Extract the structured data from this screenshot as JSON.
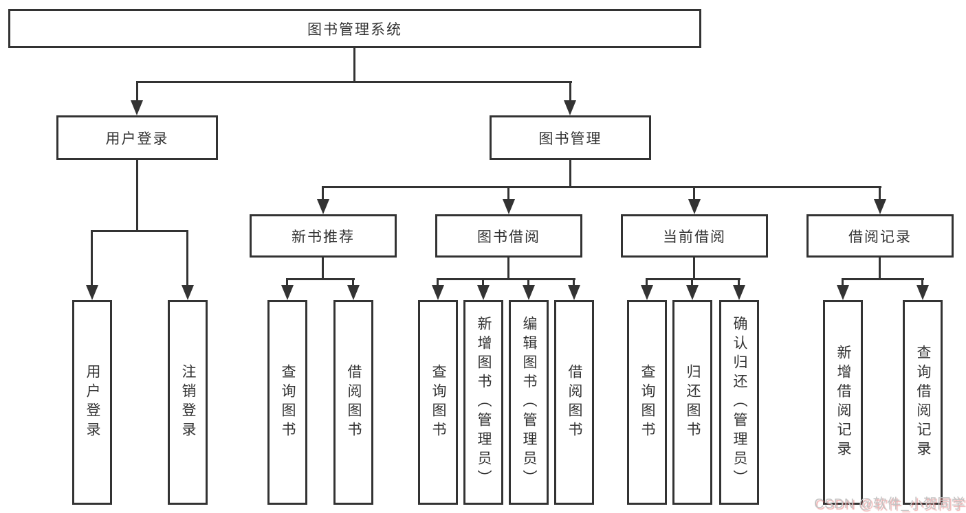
{
  "diagram": {
    "nodes": {
      "root": "图书管理系统",
      "user_login": "用户登录",
      "book_management": "图书管理",
      "new_book_recommend": "新书推荐",
      "book_borrow": "图书借阅",
      "current_borrow": "当前借阅",
      "borrow_records": "借阅记录",
      "leaf_user_login": "用户登录",
      "leaf_logout": "注销登录",
      "leaf_nb_query": "查询图书",
      "leaf_nb_borrow": "借阅图书",
      "leaf_bb_query": "查询图书",
      "leaf_bb_add": "新增图书（管理员）",
      "leaf_bb_edit": "编辑图书（管理员）",
      "leaf_bb_borrow": "借阅图书",
      "leaf_cb_query": "查询图书",
      "leaf_cb_return": "归还图书",
      "leaf_cb_confirm": "确认归还（管理员）",
      "leaf_br_add": "新增借阅记录",
      "leaf_br_query": "查询借阅记录"
    },
    "colors": {
      "line": "#333333",
      "text": "#333333",
      "background": "#ffffff",
      "watermark": "#c3c3c3"
    }
  },
  "watermark": "CSDN @软件_小贺同学"
}
